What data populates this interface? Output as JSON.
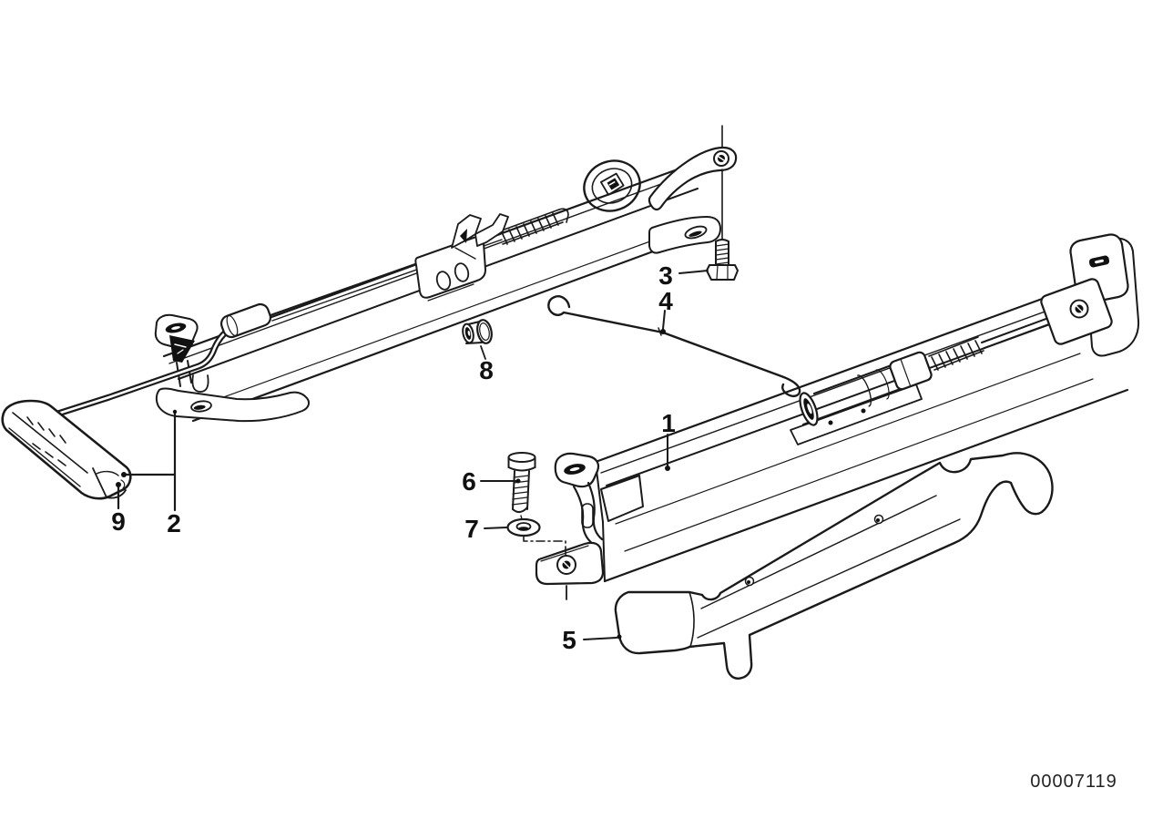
{
  "diagram": {
    "figure_number": "00007119",
    "background_color": "#ffffff",
    "line_color": "#1a1a1a",
    "callouts": [
      {
        "label": "1"
      },
      {
        "label": "2"
      },
      {
        "label": "3"
      },
      {
        "label": "4"
      },
      {
        "label": "5"
      },
      {
        "label": "6"
      },
      {
        "label": "7"
      },
      {
        "label": "8"
      },
      {
        "label": "9"
      }
    ]
  }
}
